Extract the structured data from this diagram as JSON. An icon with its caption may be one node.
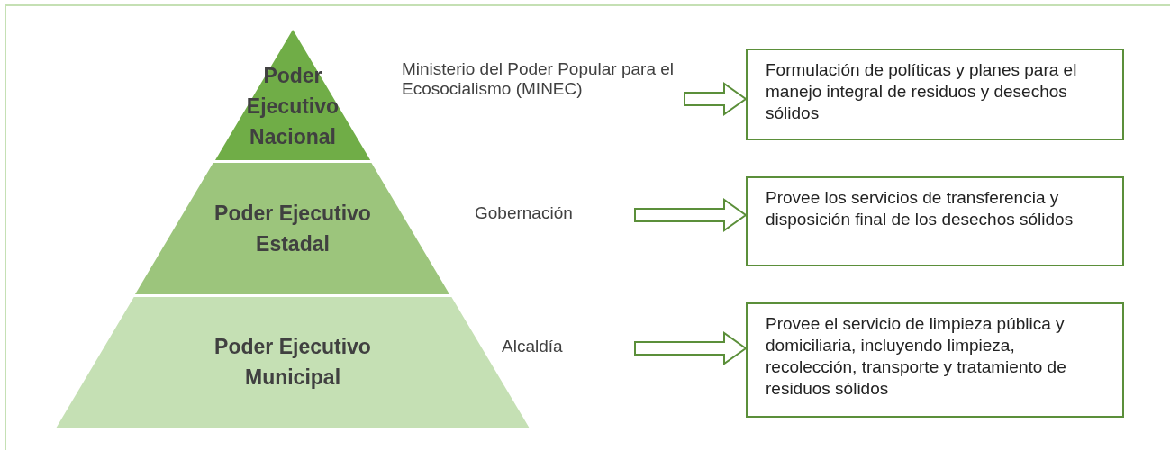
{
  "diagram": {
    "nodes": [
      {
        "text": [
          "Poder Ejecutivo Nacional"
        ]
      },
      {
        "text": [
          "Ministerio del Poder Popular para el Ecosocialismo (MINEC)"
        ]
      },
      {
        "text": [
          "Formulación de políticas y planes para el manejo integral de residuos y desechos sólidos"
        ]
      },
      {
        "text": [
          "Poder Ejecutivo Estadal"
        ]
      },
      {
        "text": [
          "Gobernación"
        ]
      },
      {
        "text": [
          "Provee los servicios de transferencia y disposición final de los desechos sólidos"
        ]
      },
      {
        "text": [
          "Poder Ejecutivo Municipal"
        ]
      },
      {
        "text": [
          "Alcaldía"
        ]
      },
      {
        "text": [
          "Provee el servicio de limpieza pública y domiciliaria, incluyendo limpieza, recolección, transporte y tratamiento de residuos sólidos"
        ]
      }
    ],
    "edges": [
      {
        "from": 1,
        "to": 2,
        "arrow": "to"
      },
      {
        "from": 4,
        "to": 5,
        "arrow": "to"
      },
      {
        "from": 7,
        "to": 8,
        "arrow": "to"
      }
    ]
  }
}
